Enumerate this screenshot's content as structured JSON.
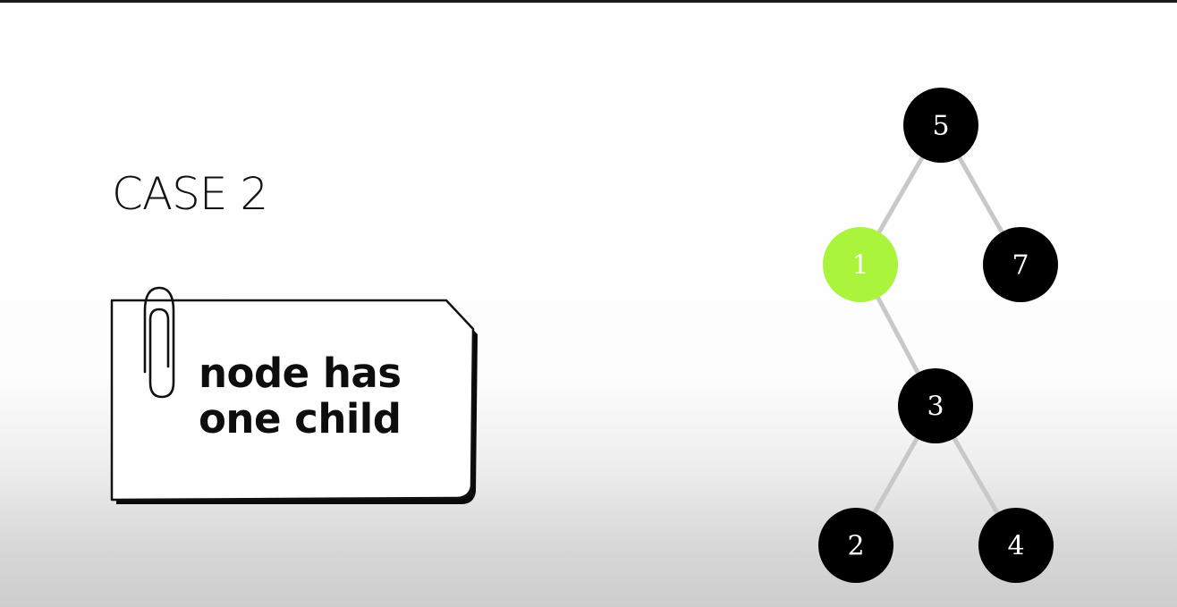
{
  "title": "CASE 2",
  "note": {
    "line1": "node has",
    "line2": "one child"
  },
  "colors": {
    "node_default": "#000000",
    "node_highlight": "#aaf53c",
    "edge": "#c8c8c8",
    "label": "#ffffff"
  },
  "tree": {
    "nodes": [
      {
        "id": "n5",
        "label": "5",
        "highlighted": false
      },
      {
        "id": "n1",
        "label": "1",
        "highlighted": true
      },
      {
        "id": "n7",
        "label": "7",
        "highlighted": false
      },
      {
        "id": "n3",
        "label": "3",
        "highlighted": false
      },
      {
        "id": "n2",
        "label": "2",
        "highlighted": false
      },
      {
        "id": "n4",
        "label": "4",
        "highlighted": false
      }
    ],
    "edges": [
      {
        "from": "n5",
        "to": "n1"
      },
      {
        "from": "n5",
        "to": "n7"
      },
      {
        "from": "n1",
        "to": "n3"
      },
      {
        "from": "n3",
        "to": "n2"
      },
      {
        "from": "n3",
        "to": "n4"
      }
    ]
  }
}
